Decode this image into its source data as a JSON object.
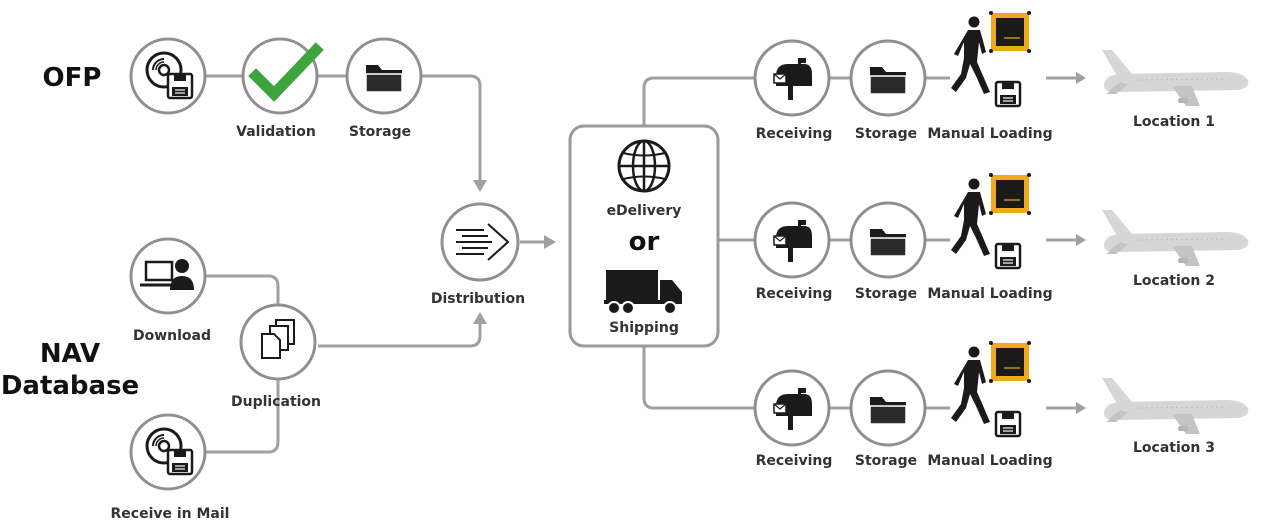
{
  "sections": {
    "ofp": "OFP",
    "nav_line1": "NAV",
    "nav_line2": "Database"
  },
  "ofp_flow": {
    "validation": "Validation",
    "storage": "Storage"
  },
  "nav_flow": {
    "download": "Download",
    "duplication": "Duplication",
    "receive_mail": "Receive in Mail"
  },
  "distribution": "Distribution",
  "delivery_box": {
    "edelivery": "eDelivery",
    "or": "or",
    "shipping": "Shipping"
  },
  "rows": [
    {
      "receiving": "Receiving",
      "storage": "Storage",
      "manual": "Manual Loading",
      "location": "Location 1"
    },
    {
      "receiving": "Receiving",
      "storage": "Storage",
      "manual": "Manual Loading",
      "location": "Location 2"
    },
    {
      "receiving": "Receiving",
      "storage": "Storage",
      "manual": "Manual Loading",
      "location": "Location 3"
    }
  ],
  "colors": {
    "check": "#3ea53e",
    "accent": "#f0a81c",
    "line": "#a0a0a0",
    "icon": "#1a1a1a"
  }
}
